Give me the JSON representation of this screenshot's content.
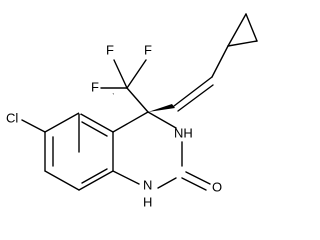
{
  "atoms": {
    "cl": "Cl",
    "f1": "F",
    "f2": "F",
    "f3": "F",
    "nh3": "NH",
    "nh1": "NH",
    "n_h": "H",
    "n_label": "N",
    "o": "O"
  }
}
